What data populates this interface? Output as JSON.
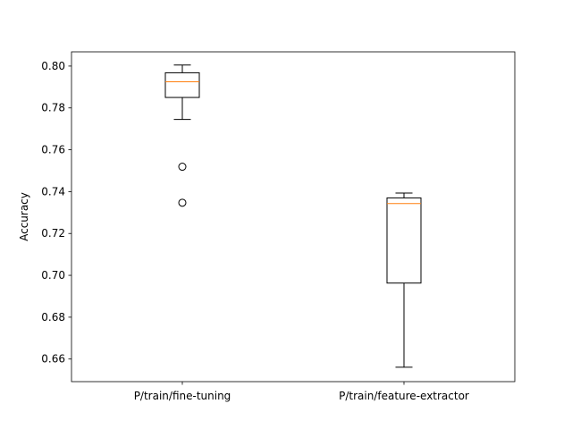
{
  "chart_data": {
    "type": "box",
    "title": "",
    "xlabel": "",
    "ylabel": "Accuracy",
    "ylim": [
      0.6492,
      0.8068
    ],
    "yticks": [
      0.66,
      0.68,
      0.7,
      0.72,
      0.74,
      0.76,
      0.78,
      0.8
    ],
    "ytick_labels": [
      "0.66",
      "0.68",
      "0.70",
      "0.72",
      "0.74",
      "0.76",
      "0.78",
      "0.80"
    ],
    "grid": false,
    "categories": [
      "P/train/fine-tuning",
      "P/train/feature-extractor"
    ],
    "boxes": [
      {
        "whislo": 0.7745,
        "q1": 0.785,
        "med": 0.7925,
        "q3": 0.7968,
        "whishi": 0.8005,
        "fliers": [
          0.7519,
          0.7347
        ]
      },
      {
        "whislo": 0.6561,
        "q1": 0.6963,
        "med": 0.7343,
        "q3": 0.737,
        "whishi": 0.7393,
        "fliers": []
      }
    ],
    "colors": {
      "box": "#000000",
      "median": "#ff7f0e",
      "flier": "#000000"
    }
  }
}
